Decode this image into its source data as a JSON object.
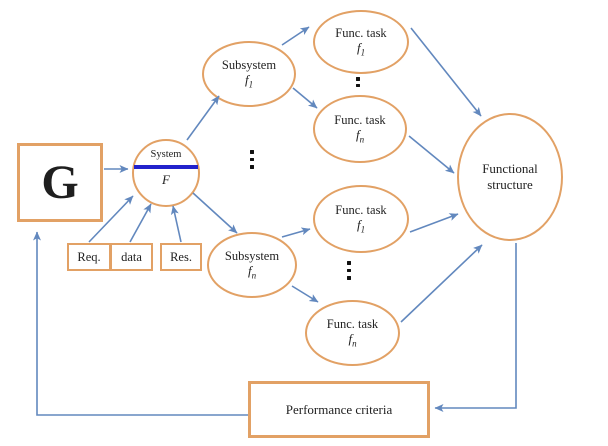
{
  "colors": {
    "node_border": "#E2A165",
    "arrow": "#6288BE",
    "system_divider": "#2222CC",
    "text": "#1F1F1F",
    "background": "#FFFFFF"
  },
  "nodes": {
    "goal": {
      "label": "G"
    },
    "system": {
      "title": "System",
      "symbol": "F"
    },
    "inputs": [
      {
        "label": "Req."
      },
      {
        "label": "data"
      },
      {
        "label": "Res."
      }
    ],
    "subsystem_top": {
      "title": "Subsystem",
      "symbol": "f",
      "sub": "1"
    },
    "subsystem_bottom": {
      "title": "Subsystem",
      "symbol": "f",
      "sub": "n"
    },
    "func_task_top_1": {
      "title": "Func. task",
      "symbol": "f",
      "sub": "1"
    },
    "func_task_top_n": {
      "title": "Func. task",
      "symbol": "f",
      "sub": "n"
    },
    "func_task_bottom_1": {
      "title": "Func. task",
      "symbol": "f",
      "sub": "1"
    },
    "func_task_bottom_n": {
      "title": "Func. task",
      "symbol": "f",
      "sub": "n"
    },
    "functional_structure": {
      "label": "Functional structure"
    },
    "performance_criteria": {
      "label": "Performance criteria"
    }
  },
  "icons": {
    "vertical_ellipsis": "vertical-ellipsis"
  }
}
